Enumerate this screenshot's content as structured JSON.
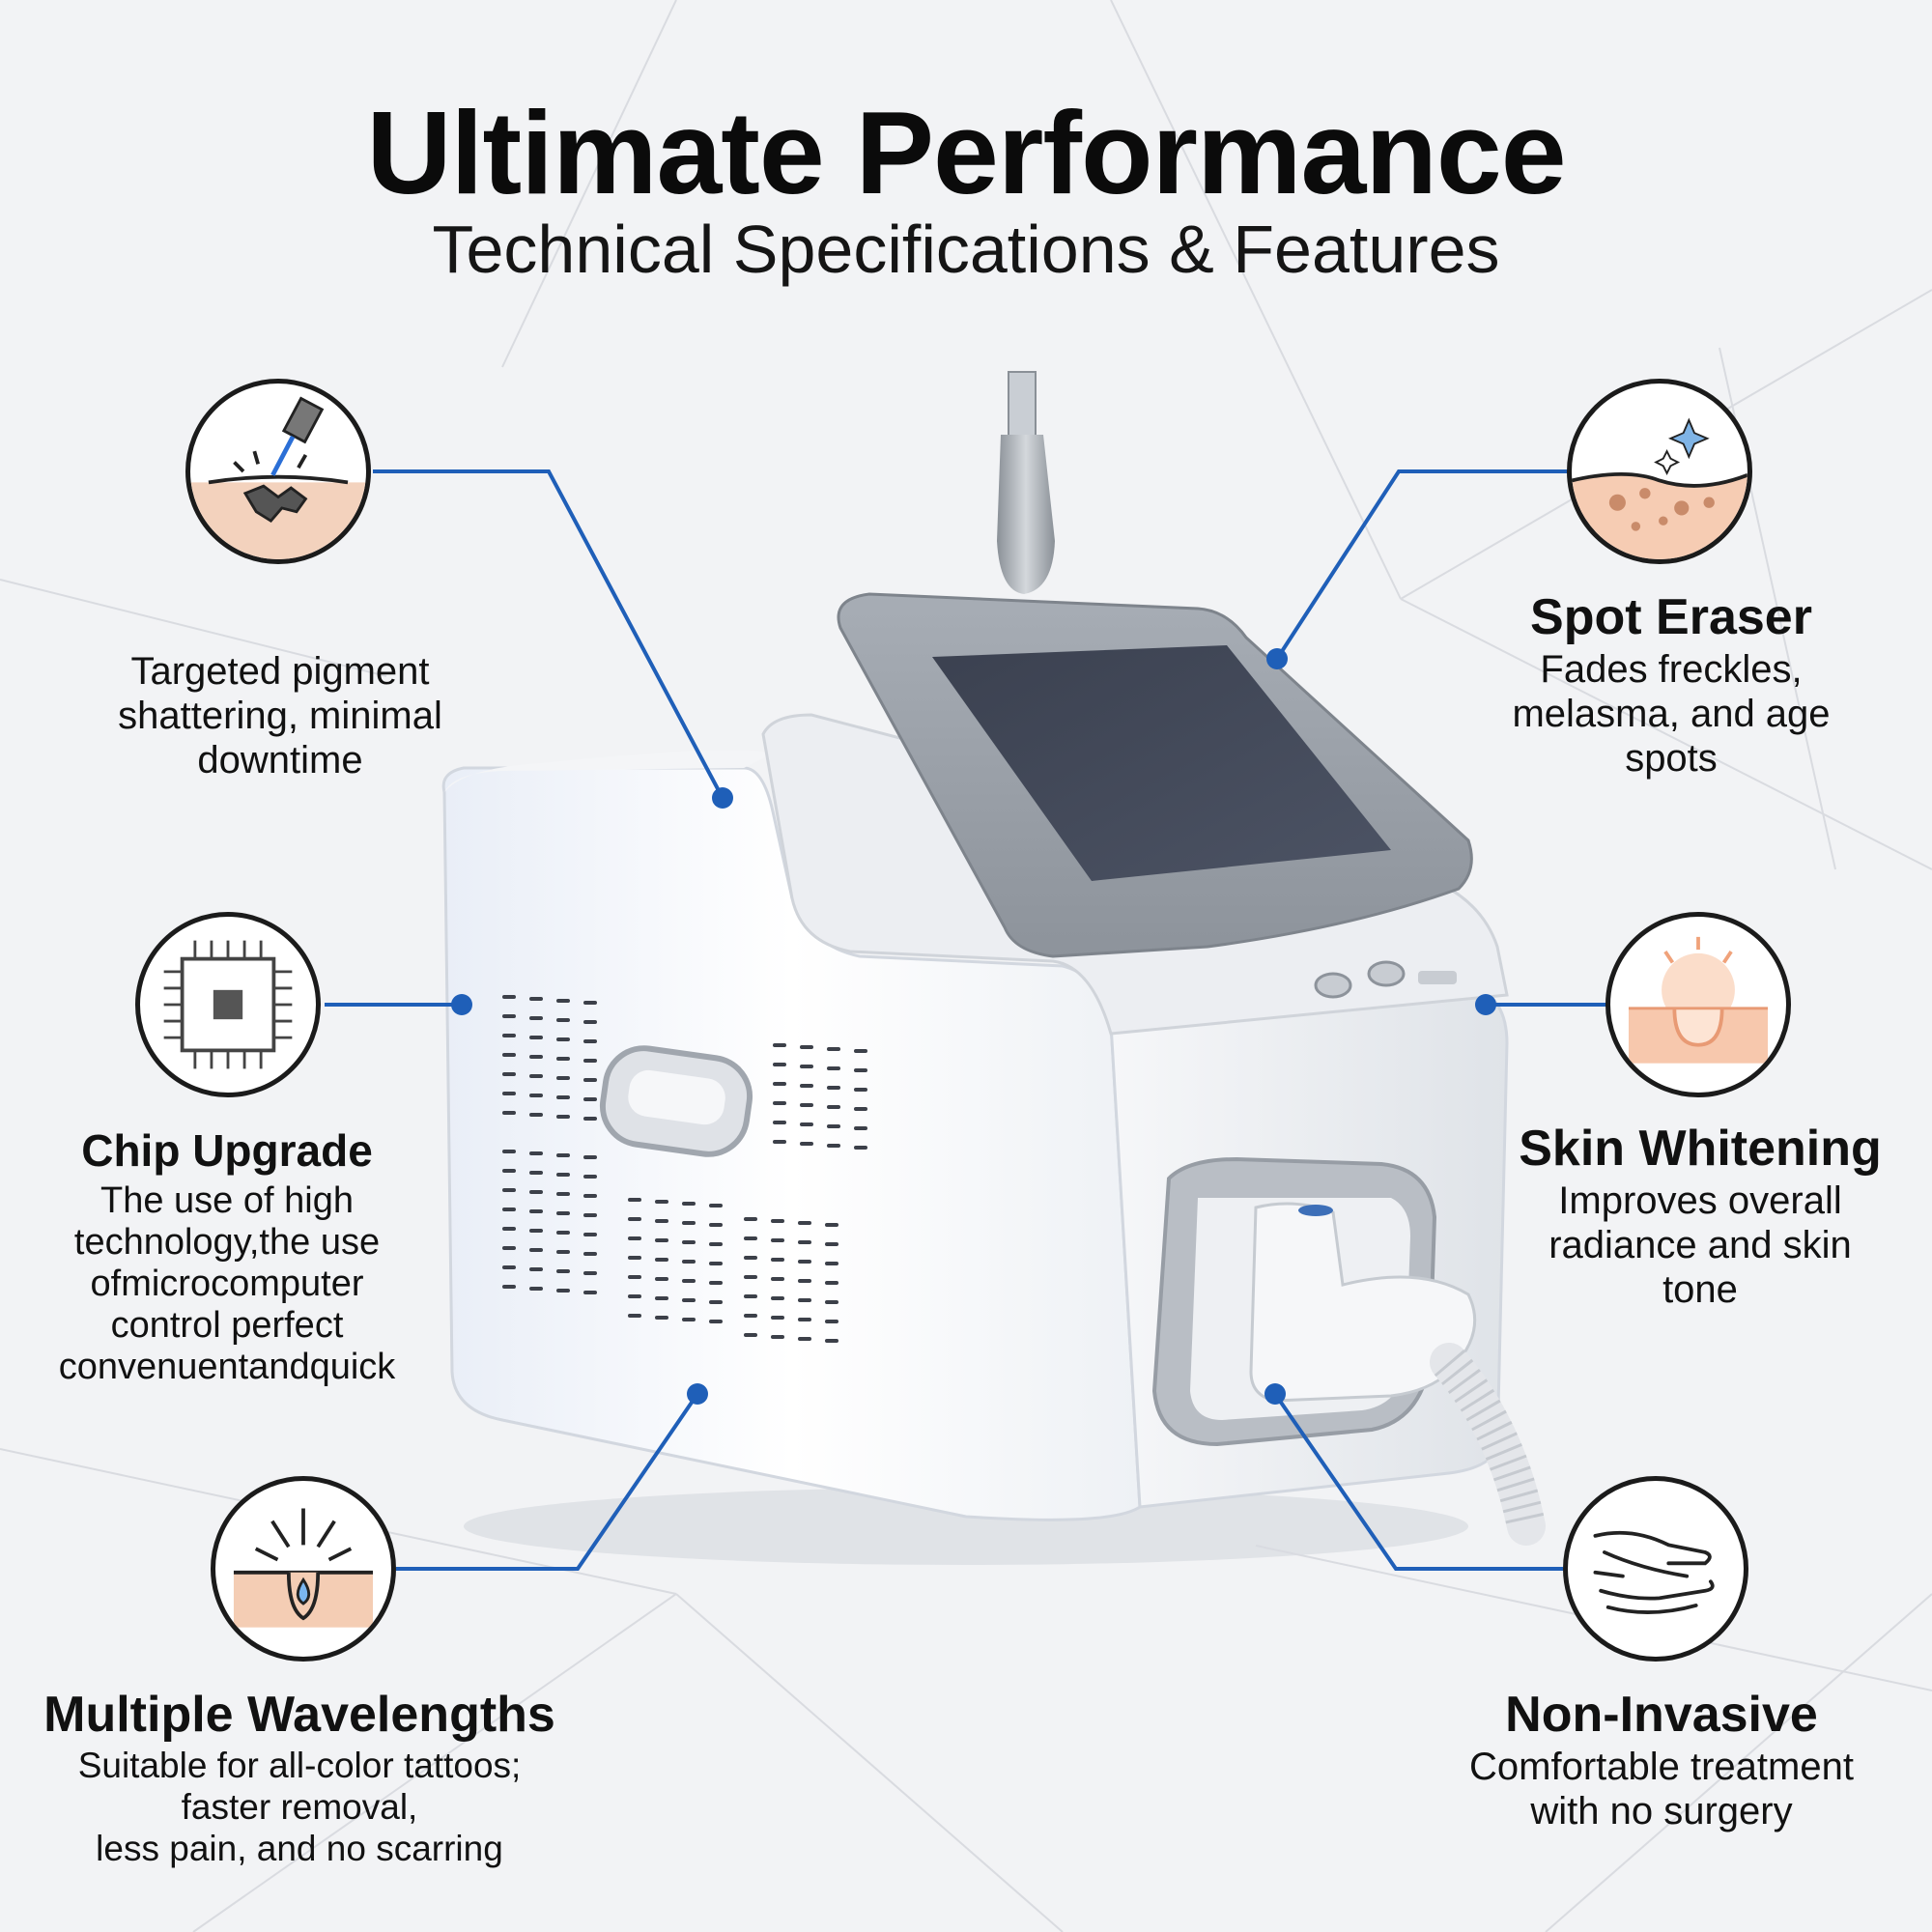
{
  "header": {
    "title": "Ultimate Performance",
    "subtitle": "Technical Specifications & Features"
  },
  "features": [
    {
      "id": "pigment",
      "heading": "",
      "description": "Targeted pigment\nshattering, minimal\ndowntime",
      "icon": "laser-pigment-icon"
    },
    {
      "id": "chip",
      "heading": "Chip Upgrade",
      "description": "The use of high\ntechnology,the use\nofmicrocomputer\ncontrol perfect\nconvenuentandquick",
      "icon": "microchip-icon"
    },
    {
      "id": "wavelengths",
      "heading": "Multiple Wavelengths",
      "description": "Suitable for all-color tattoos;\nfaster removal,\nless pain, and no scarring",
      "icon": "hair-follicle-icon"
    },
    {
      "id": "spot",
      "heading": "Spot Eraser",
      "description": "Fades freckles,\nmelasma, and age\nspots",
      "icon": "skin-spots-icon"
    },
    {
      "id": "whitening",
      "heading": "Skin Whitening",
      "description": "Improves overall\nradiance and skin\ntone",
      "icon": "skin-radiance-icon"
    },
    {
      "id": "noninvasive",
      "heading": "Non-Invasive",
      "description": "Comfortable treatment\nwith no surgery",
      "icon": "hands-care-icon"
    }
  ],
  "colors": {
    "accent": "#1f5fb8",
    "background": "#f2f3f5",
    "skin": "#f6cdb5"
  }
}
